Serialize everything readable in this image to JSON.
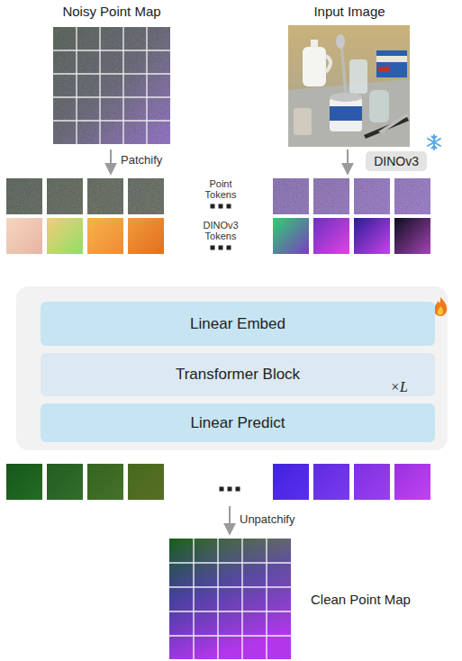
{
  "diagram": {
    "nodes": [
      {
        "text": [
          "Noisy Point Map"
        ]
      },
      {
        "text": [
          "Input Image"
        ]
      },
      {
        "text": [
          "DINOv3"
        ]
      },
      {
        "text": [
          "Linear Embed"
        ]
      },
      {
        "text": [
          "Transformer Block",
          "×L"
        ]
      },
      {
        "text": [
          "Linear Predict"
        ]
      },
      {
        "text": [
          "Clean Point Map"
        ]
      }
    ],
    "labels": [
      "Patchify",
      "Point Tokens",
      "DINOv3 Tokens",
      "Unpatchify"
    ]
  }
}
